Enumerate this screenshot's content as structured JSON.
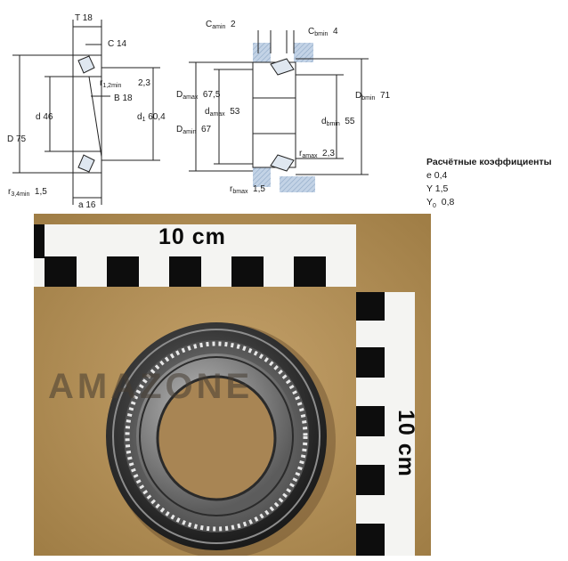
{
  "drawing": {
    "left": {
      "T": "T  18",
      "C": "C  14",
      "r12_name": "r",
      "r12_sub": "1,2min",
      "r12_val": "2,3",
      "B": "B  18",
      "d": "d  46",
      "d1_name": "d",
      "d1_sub": "1",
      "d1_val": "60,4",
      "D": "D  75",
      "r34_name": "r",
      "r34_sub": "3,4min",
      "r34_val": "1,5",
      "a": "a  16"
    },
    "right": {
      "Camin_name": "C",
      "Camin_sub": "amin",
      "Camin_val": "2",
      "Cbmin_name": "C",
      "Cbmin_sub": "bmin",
      "Cbmin_val": "4",
      "Damax_name": "D",
      "Damax_sub": "amax",
      "Damax_val": "67,5",
      "damax_name": "d",
      "damax_sub": "amax",
      "damax_val": "53",
      "Damin_name": "D",
      "Damin_sub": "amin",
      "Damin_val": "67",
      "Dbmin_name": "D",
      "Dbmin_sub": "bmin",
      "Dbmin_val": "71",
      "dbmin_name": "d",
      "dbmin_sub": "bmin",
      "dbmin_val": "55",
      "ramax_name": "r",
      "ramax_sub": "amax",
      "ramax_val": "2,3",
      "rbmax_name": "r",
      "rbmax_sub": "bmax",
      "rbmax_val": "1,5"
    }
  },
  "coefficients": {
    "title": "Расчётные коэффициенты",
    "e": "e  0,4",
    "Y": "Y  1,5",
    "Y0_name": "Y",
    "Y0_sub": "0",
    "Y0_val": "0,8"
  },
  "photo": {
    "scale_top_label": "10 cm",
    "scale_right_label": "10 cm",
    "watermark": "AMAZONE"
  },
  "colors": {
    "background": "#ffffff",
    "photo_bg": "#b08e54",
    "hatch_blue": "#a9bfd7",
    "line": "#222222"
  }
}
